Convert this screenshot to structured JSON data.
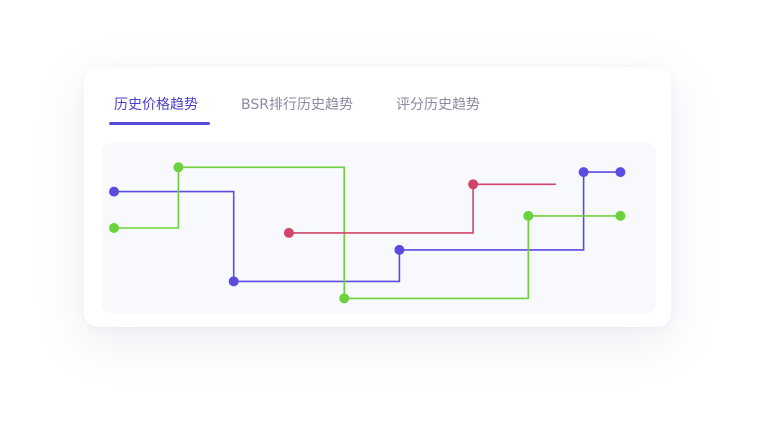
{
  "tabs": [
    {
      "label": "历史价格趋势",
      "active": true
    },
    {
      "label": "BSR排行历史趋势",
      "active": false
    },
    {
      "label": "评分历史趋势",
      "active": false
    }
  ],
  "colors": {
    "accent": "#5b4ce0",
    "tab_inactive": "#8a8aa3",
    "plot_bg": "#f8f9fd"
  },
  "chart_data": {
    "type": "line",
    "step": true,
    "grid": false,
    "legend": "none",
    "xlim": [
      0,
      29
    ],
    "ylim": [
      0,
      7
    ],
    "series": [
      {
        "color": "#5b4ce0",
        "x": [
          0,
          6.5,
          15.5,
          25.5,
          27.5
        ],
        "y": [
          5,
          1.3,
          2.6,
          5.8,
          5.8
        ],
        "markers": [
          true,
          true,
          true,
          true,
          true
        ]
      },
      {
        "color": "#6dd13b",
        "x": [
          0,
          3.5,
          12.5,
          22.5,
          27.5
        ],
        "y": [
          3.5,
          6,
          0.6,
          4,
          4
        ],
        "markers": [
          true,
          true,
          true,
          true,
          true
        ]
      },
      {
        "color": "#d2456a",
        "x": [
          9.5,
          19.5,
          24
        ],
        "y": [
          3.3,
          5.3,
          5.3
        ],
        "markers": [
          true,
          true,
          false
        ]
      }
    ]
  }
}
